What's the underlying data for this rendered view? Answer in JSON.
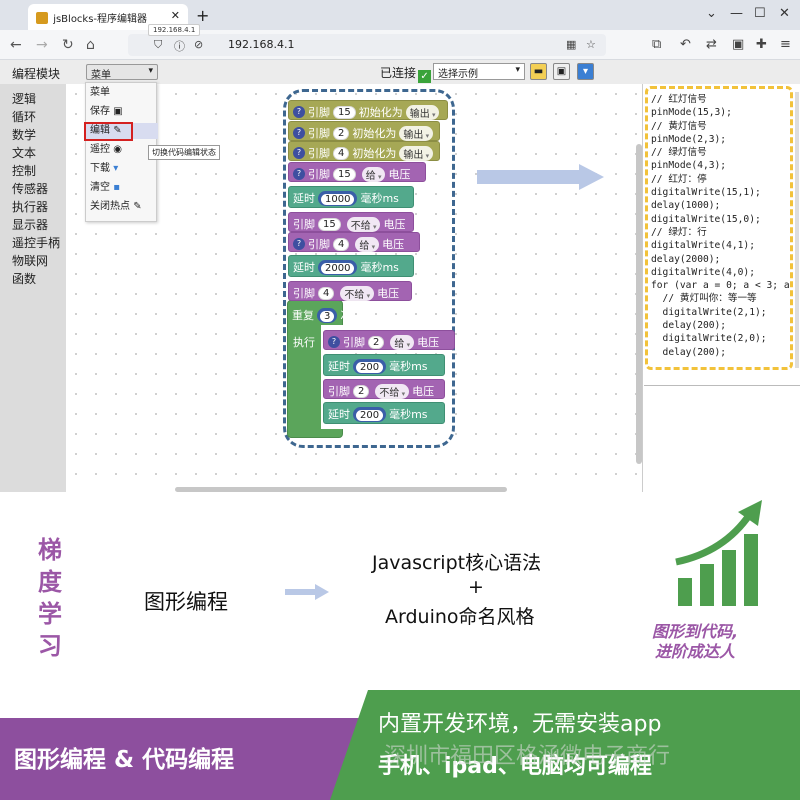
{
  "browser": {
    "tab_title": "jsBlocks-程序编辑器",
    "url": "192.168.4.1",
    "url_hint": "192.168.4.1"
  },
  "app": {
    "module_title": "编程模块",
    "menu_select": "菜单",
    "connected": "已连接",
    "example_select": "选择示例",
    "categories": [
      "逻辑",
      "循环",
      "数学",
      "文本",
      "控制",
      "传感器",
      "执行器",
      "显示器",
      "遥控手柄",
      "物联网",
      "函数"
    ],
    "menu_items": [
      "菜单",
      "保存",
      "编辑",
      "遥控",
      "下载",
      "清空",
      "关闭热点"
    ],
    "tooltip": "切换代码编辑状态"
  },
  "blocks": {
    "pin": "引脚",
    "init_as": "初始化为",
    "output": "输出",
    "give": "给",
    "not_give": "不给",
    "voltage": "电压",
    "delay": "延时",
    "ms": "毫秒ms",
    "repeat": "重复",
    "times": "次",
    "exec": "执行",
    "values": {
      "p15": "15",
      "p2": "2",
      "p4": "4",
      "d1000": "1000",
      "d2000": "2000",
      "r3": "3",
      "d200": "200"
    }
  },
  "code_lines": [
    "// 红灯信号",
    "pinMode(15,3);",
    "// 黄灯信号",
    "pinMode(2,3);",
    "// 绿灯信号",
    "pinMode(4,3);",
    "// 红灯：停",
    "digitalWrite(15,1);",
    "delay(1000);",
    "digitalWrite(15,0);",
    "// 绿灯：行",
    "digitalWrite(4,1);",
    "delay(2000);",
    "digitalWrite(4,0);",
    "for (var a = 0; a < 3; a",
    "  // 黄灯叫你：等一等",
    "  digitalWrite(2,1);",
    "  delay(200);",
    "  digitalWrite(2,0);",
    "  delay(200);"
  ],
  "promo": {
    "vertical": [
      "梯",
      "度",
      "学",
      "习"
    ],
    "graphic_programming": "图形编程",
    "js_line": "Javascript核心语法",
    "plus": "+",
    "arduino_line": "Arduino命名风格",
    "slogan_1": "图形到代码,",
    "slogan_2": "进阶成达人",
    "band_left": "图形编程 & 代码编程",
    "band_right_1": "内置开发环境，无需安装app",
    "band_right_2": "手机、ipad、电脑均可编程",
    "watermark": "深圳市福田区格涵微电子商行"
  },
  "colors": {
    "accent_purple": "#8d4f9e",
    "accent_green": "#4e9e4e",
    "code_border": "#f2c23a",
    "group_border": "#3e6790"
  }
}
